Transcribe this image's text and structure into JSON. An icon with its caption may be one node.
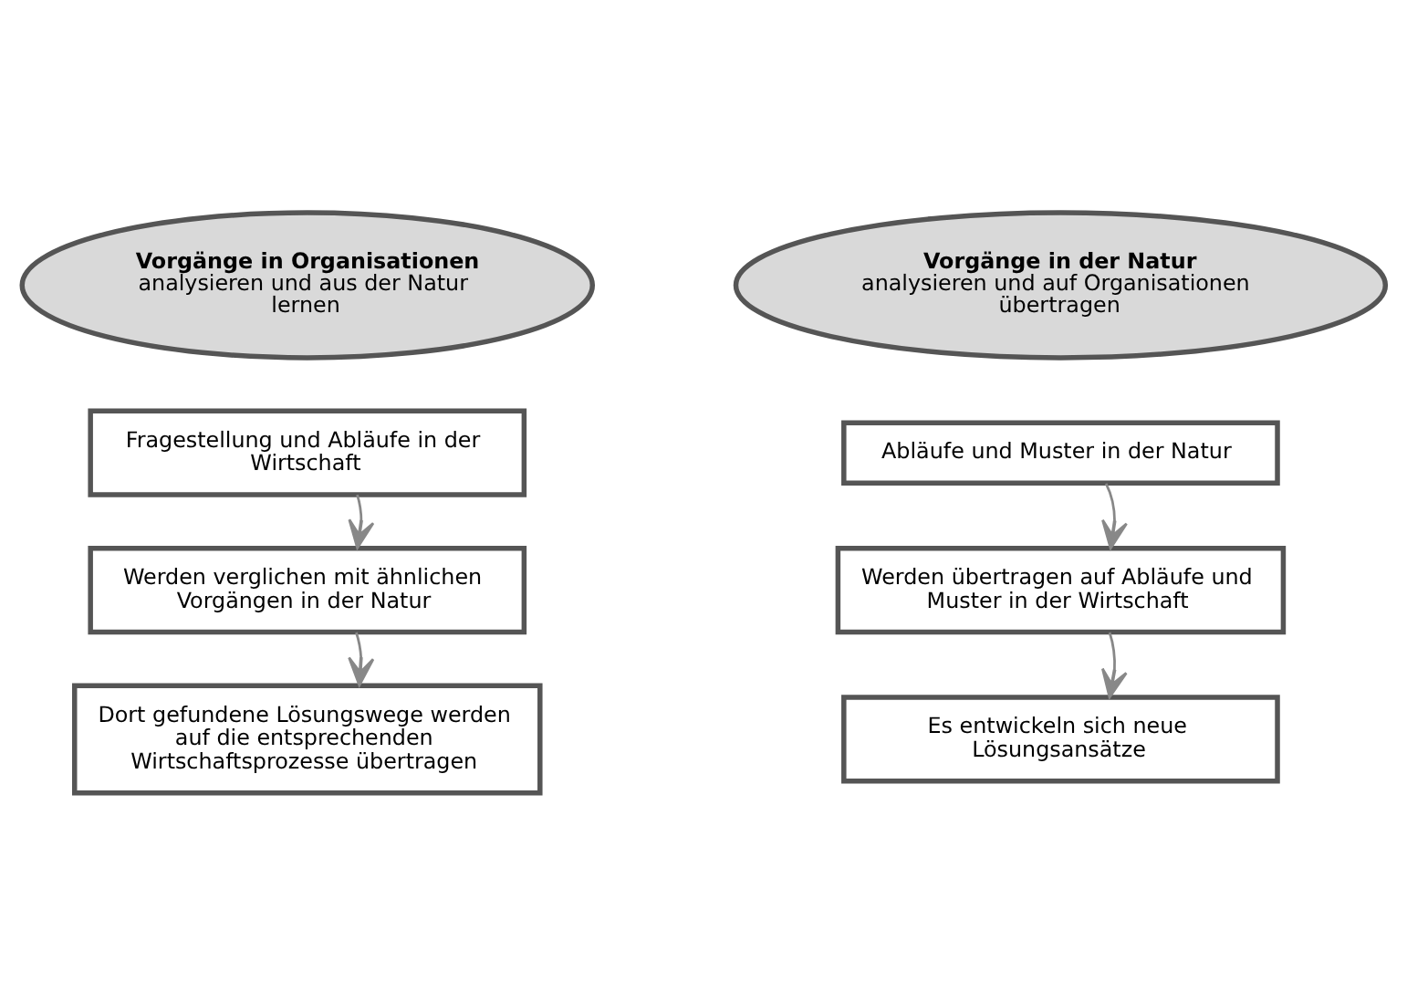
{
  "diagram": {
    "nodes": [
      {
        "text": [
          "Vorgänge in Organisationen",
          "analysieren und aus der Natur lernen"
        ]
      },
      {
        "text": [
          "Fragestellung und Abläufe in der Wirtschaft"
        ]
      },
      {
        "text": [
          "Werden verglichen mit ähnlichen Vorgängen in der Natur"
        ]
      },
      {
        "text": [
          "Dort gefundene Lösungswege werden auf die entsprechenden Wirtschaftsprozesse übertragen"
        ]
      },
      {
        "text": [
          "Vorgänge in der Natur",
          "analysieren und auf Organisationen übertragen"
        ]
      },
      {
        "text": [
          "Abläufe und Muster in der Natur"
        ]
      },
      {
        "text": [
          "Werden übertragen auf Abläufe und Muster in der Wirtschaft"
        ]
      },
      {
        "text": [
          "Es entwickeln sich neue Lösungsansätze"
        ]
      }
    ],
    "edges": [
      {
        "from": 1,
        "to": 2,
        "arrow": "to"
      },
      {
        "from": 2,
        "to": 3,
        "arrow": "to"
      },
      {
        "from": 5,
        "to": 6,
        "arrow": "to"
      },
      {
        "from": 6,
        "to": 7,
        "arrow": "to"
      }
    ]
  }
}
